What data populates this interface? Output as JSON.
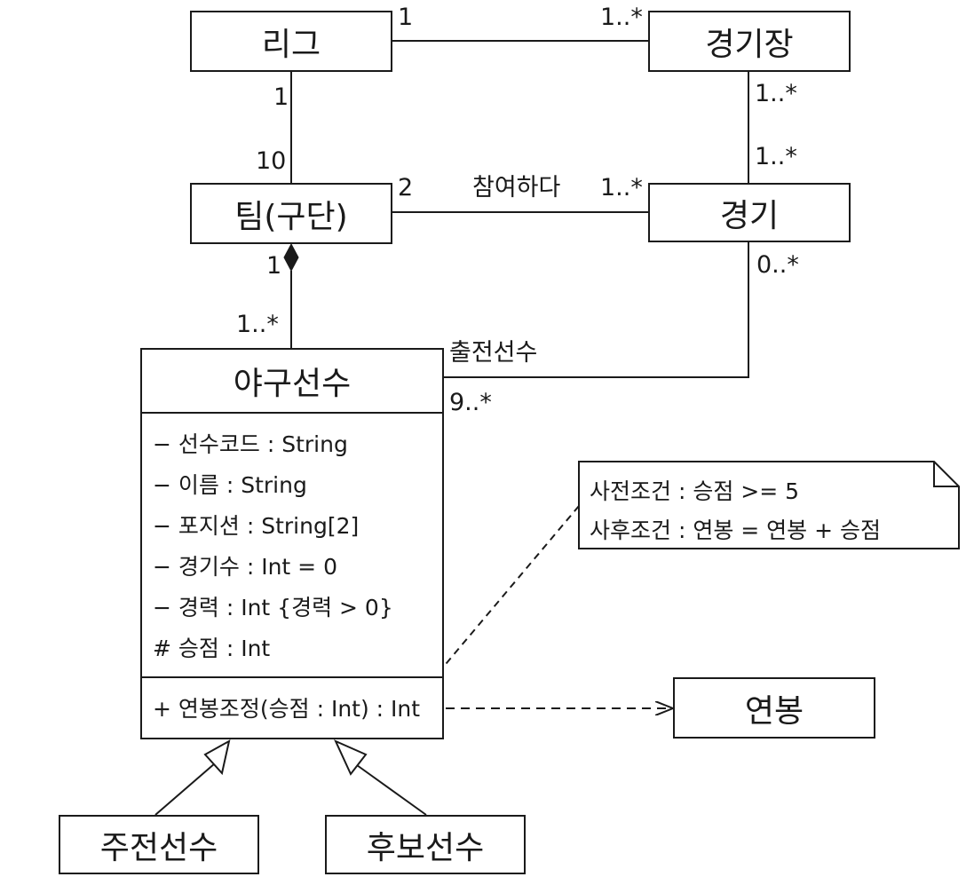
{
  "classes": {
    "league": "리그",
    "stadium": "경기장",
    "team": "팀(구단)",
    "game": "경기",
    "player": "야구선수",
    "salary": "연봉",
    "starter": "주전선수",
    "reserve": "후보선수"
  },
  "player_attributes": [
    "− 선수코드 : String",
    "− 이름 : String",
    "− 포지션 : String[2]",
    "− 경기수 : Int = 0",
    "− 경력 : Int {경력 > 0}",
    "# 승점 : Int"
  ],
  "player_operation": "+ 연봉조정(승점 : Int) : Int",
  "note": {
    "precondition": "사전조건 : 승점 >= 5",
    "postcondition": "사후조건 : 연봉 = 연봉 + 승점"
  },
  "multiplicities": {
    "league_stadium_league": "1",
    "league_stadium_stadium": "1..*",
    "league_team_league": "1",
    "league_team_team": "10",
    "stadium_game_stadium": "1..*",
    "stadium_game_game": "1..*",
    "team_game_team": "2",
    "team_game_game": "1..*",
    "team_player_team": "1",
    "team_player_player": "1..*",
    "game_player_game": "0..*",
    "game_player_player": "9..*"
  },
  "association_labels": {
    "team_game": "참여하다",
    "game_player": "출전선수"
  }
}
